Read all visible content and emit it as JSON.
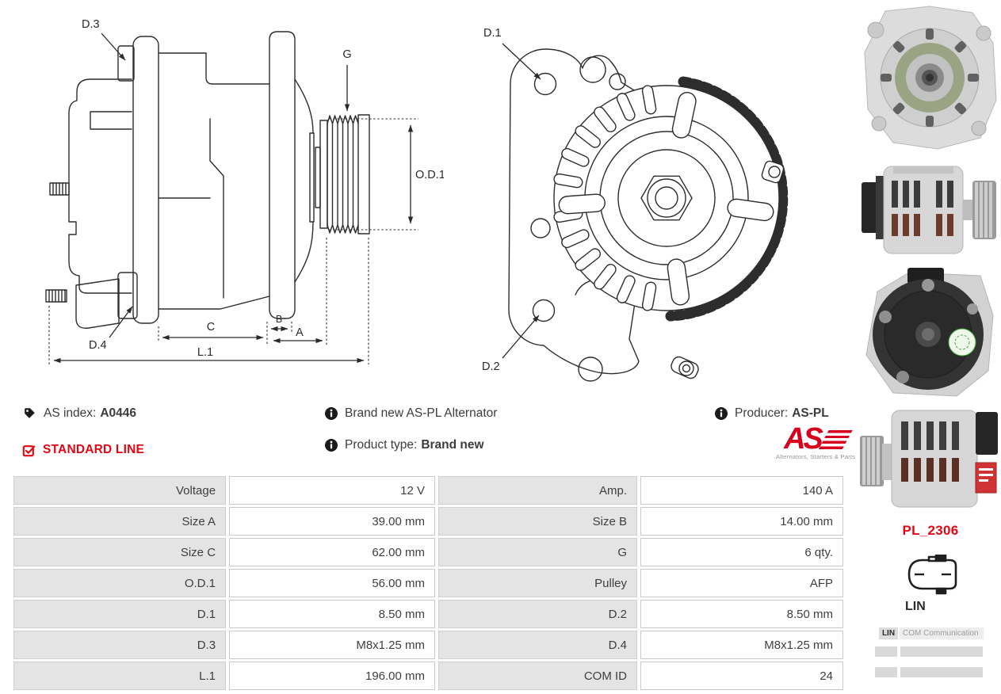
{
  "diagram_labels": {
    "d3": "D.3",
    "d4": "D.4",
    "g": "G",
    "od1": "O.D.1",
    "c": "C",
    "b": "B",
    "a": "A",
    "l1": "L.1",
    "d1": "D.1",
    "d2": "D.2"
  },
  "info": {
    "as_index_label": "AS index:",
    "as_index_value": "A0446",
    "standard_line": "STANDARD LINE",
    "description": "Brand new AS-PL Alternator",
    "product_type_label": "Product type:",
    "product_type_value": "Brand new",
    "producer_label": "Producer:",
    "producer_value": "AS-PL"
  },
  "icons": {
    "as_index": "tag-icon",
    "standard_line": "checkbox-checked-icon",
    "description": "info-icon",
    "product_type": "info-icon",
    "producer": "info-icon"
  },
  "logo": {
    "mark": "AS",
    "tagline": "Alternators, Starters & Parts"
  },
  "colors": {
    "accent_red": "#e30613",
    "table_label_bg": "#e4e4e4",
    "table_border": "#c9c9c9",
    "placeholder_gray": "#d9d9d9"
  },
  "spec_table": {
    "rows": [
      {
        "l1": "Voltage",
        "v1": "12 V",
        "l2": "Amp.",
        "v2": "140 A"
      },
      {
        "l1": "Size A",
        "v1": "39.00 mm",
        "l2": "Size B",
        "v2": "14.00 mm"
      },
      {
        "l1": "Size C",
        "v1": "62.00 mm",
        "l2": "G",
        "v2": "6 qty."
      },
      {
        "l1": "O.D.1",
        "v1": "56.00 mm",
        "l2": "Pulley",
        "v2": "AFP"
      },
      {
        "l1": "D.1",
        "v1": "8.50 mm",
        "l2": "D.2",
        "v2": "8.50 mm"
      },
      {
        "l1": "D.3",
        "v1": "M8x1.25 mm",
        "l2": "D.4",
        "v2": "M8x1.25 mm"
      },
      {
        "l1": "L.1",
        "v1": "196.00 mm",
        "l2": "COM ID",
        "v2": "24"
      }
    ]
  },
  "sidebar": {
    "plug_code": "PL_2306",
    "plug_label": "LIN",
    "com_label": "LIN",
    "com_value": "COM Communication"
  }
}
